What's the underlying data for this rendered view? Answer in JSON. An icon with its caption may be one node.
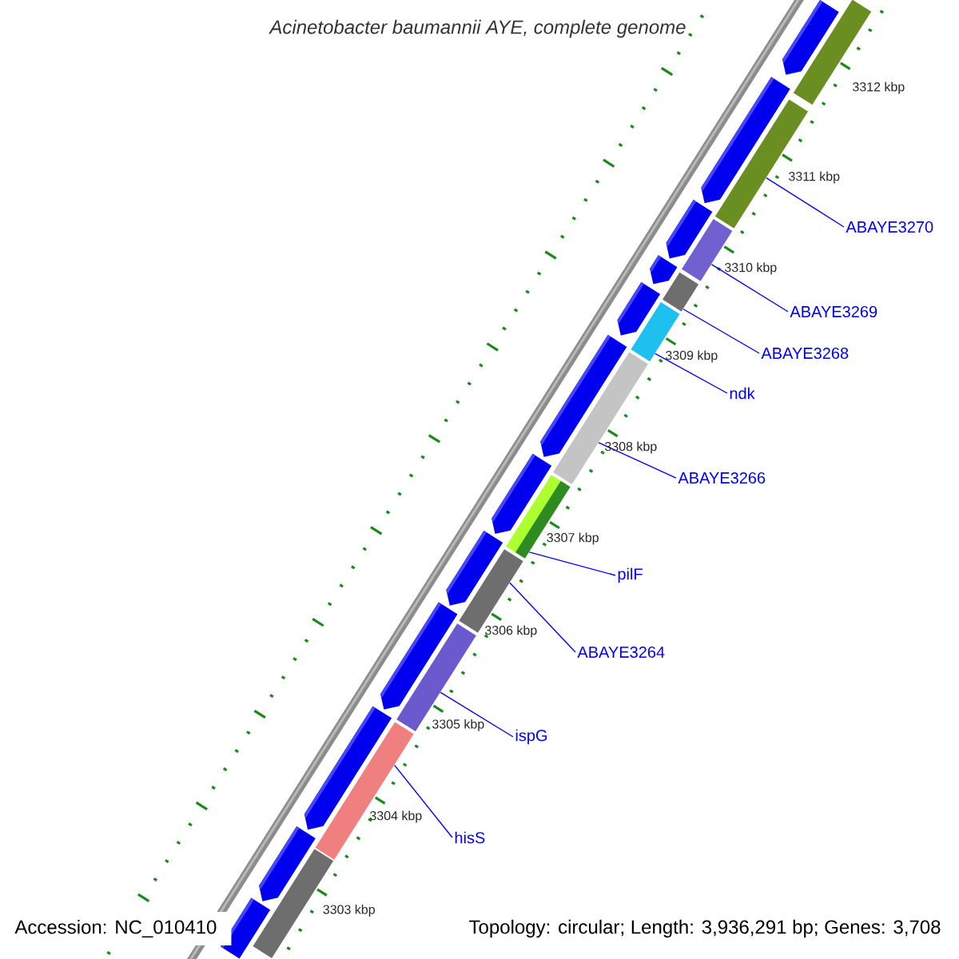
{
  "diagram": {
    "title": "Acinetobacter baumannii AYE, complete genome",
    "nodes": [
      {
        "text": [
          "ABAYE3270"
        ]
      },
      {
        "text": [
          "ABAYE3269"
        ]
      },
      {
        "text": [
          "ABAYE3268"
        ]
      },
      {
        "text": [
          "ndk"
        ]
      },
      {
        "text": [
          "ABAYE3266"
        ]
      },
      {
        "text": [
          "pilF"
        ]
      },
      {
        "text": [
          "ABAYE3264"
        ]
      },
      {
        "text": [
          "ispG"
        ]
      },
      {
        "text": [
          "hisS"
        ]
      },
      {
        "text": [],
        "shape": "bar"
      },
      {
        "text": [],
        "shape": "bar"
      },
      {
        "text": [],
        "shape": "bar"
      },
      {
        "text": [],
        "shape": "bar"
      },
      {
        "text": [],
        "shape": "bar"
      },
      {
        "text": [],
        "shape": "bar"
      },
      {
        "text": [],
        "shape": "bar"
      },
      {
        "text": [],
        "shape": "bar"
      },
      {
        "text": [],
        "shape": "bar"
      },
      {
        "text": [],
        "shape": "bar"
      },
      {
        "text": [],
        "shape": "bar"
      },
      {
        "text": [],
        "shape": "pentagon"
      },
      {
        "text": [],
        "shape": "pentagon"
      },
      {
        "text": [],
        "shape": "pentagon"
      },
      {
        "text": [],
        "shape": "pentagon"
      },
      {
        "text": [],
        "shape": "pentagon"
      },
      {
        "text": [],
        "shape": "pentagon"
      },
      {
        "text": [],
        "shape": "pentagon"
      },
      {
        "text": [],
        "shape": "pentagon"
      },
      {
        "text": [],
        "shape": "pentagon"
      },
      {
        "text": [],
        "shape": "pentagon"
      },
      {
        "text": [],
        "shape": "pentagon"
      },
      {
        "text": [],
        "shape": "pentagon"
      }
    ],
    "edges": [
      {
        "from": 0,
        "to": 9,
        "arrow": "none"
      },
      {
        "from": 1,
        "to": 10,
        "arrow": "none"
      },
      {
        "from": 2,
        "to": 11,
        "arrow": "none"
      },
      {
        "from": 3,
        "to": 12,
        "arrow": "none"
      },
      {
        "from": 4,
        "to": 13,
        "arrow": "none"
      },
      {
        "from": 5,
        "to": 14,
        "arrow": "none"
      },
      {
        "from": 6,
        "to": 15,
        "arrow": "none"
      },
      {
        "from": 7,
        "to": 16,
        "arrow": "none"
      },
      {
        "from": 8,
        "to": 17,
        "arrow": "none"
      }
    ],
    "labels": [
      "3312 kbp",
      "3311 kbp",
      "3310 kbp",
      "3309 kbp",
      "3308 kbp",
      "3307 kbp",
      "3306 kbp",
      "3305 kbp",
      "3304 kbp",
      "3303 kbp",
      "Accession: NC_010410",
      "Topology: circular; Length: 3,936,291 bp; Genes: 3,708"
    ]
  }
}
